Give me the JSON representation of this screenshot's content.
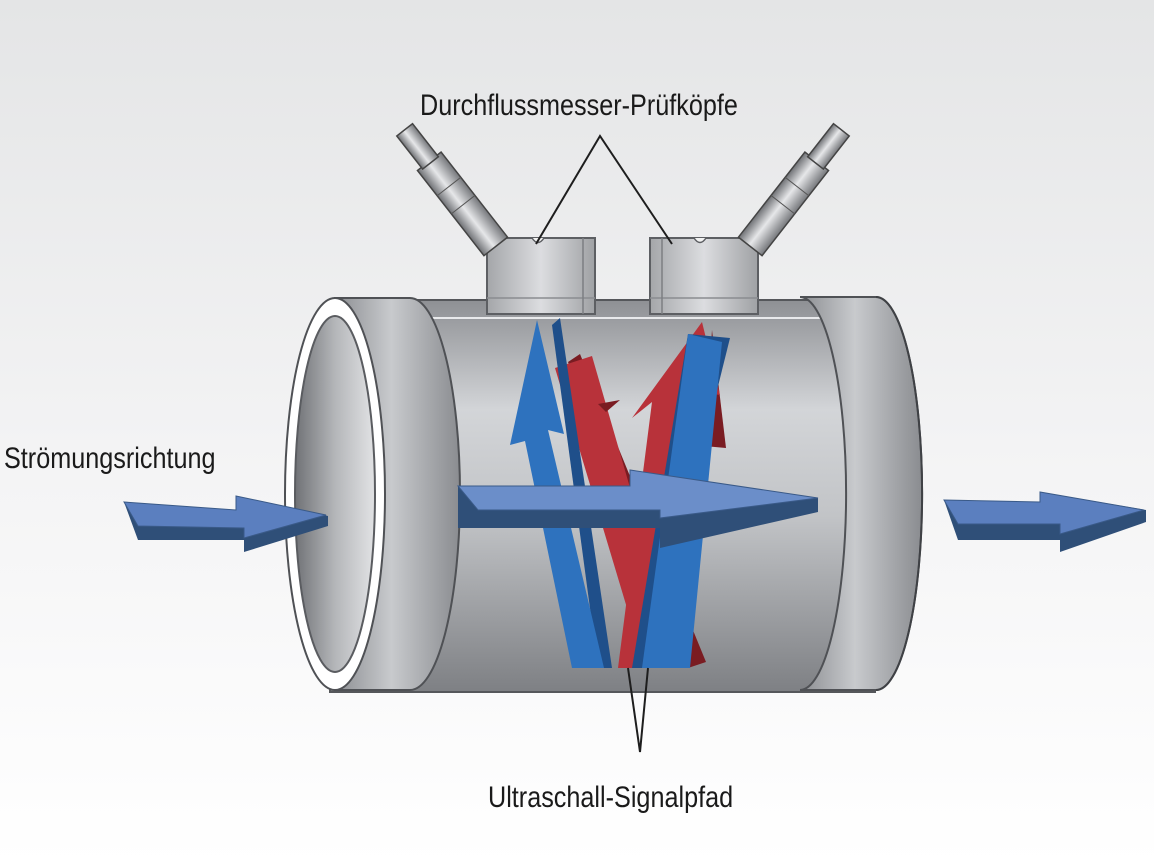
{
  "labels": {
    "probes": "Durchflussmesser-Prüfköpfe",
    "flow_direction": "Strömungsrichtung",
    "signal_path": "Ultraschall-Signalpfad"
  },
  "colors": {
    "background_top": "#e6e7e8",
    "background_bottom": "#ffffff",
    "pipe_gray": "#b9bbbe",
    "flow_arrow_blue": "#5b7fbf",
    "signal_blue": "#2e72be",
    "signal_red": "#b8323a"
  },
  "icons": [
    "flow-arrow-icon",
    "ultrasonic-probe-icon",
    "transducer-cable-icon"
  ]
}
